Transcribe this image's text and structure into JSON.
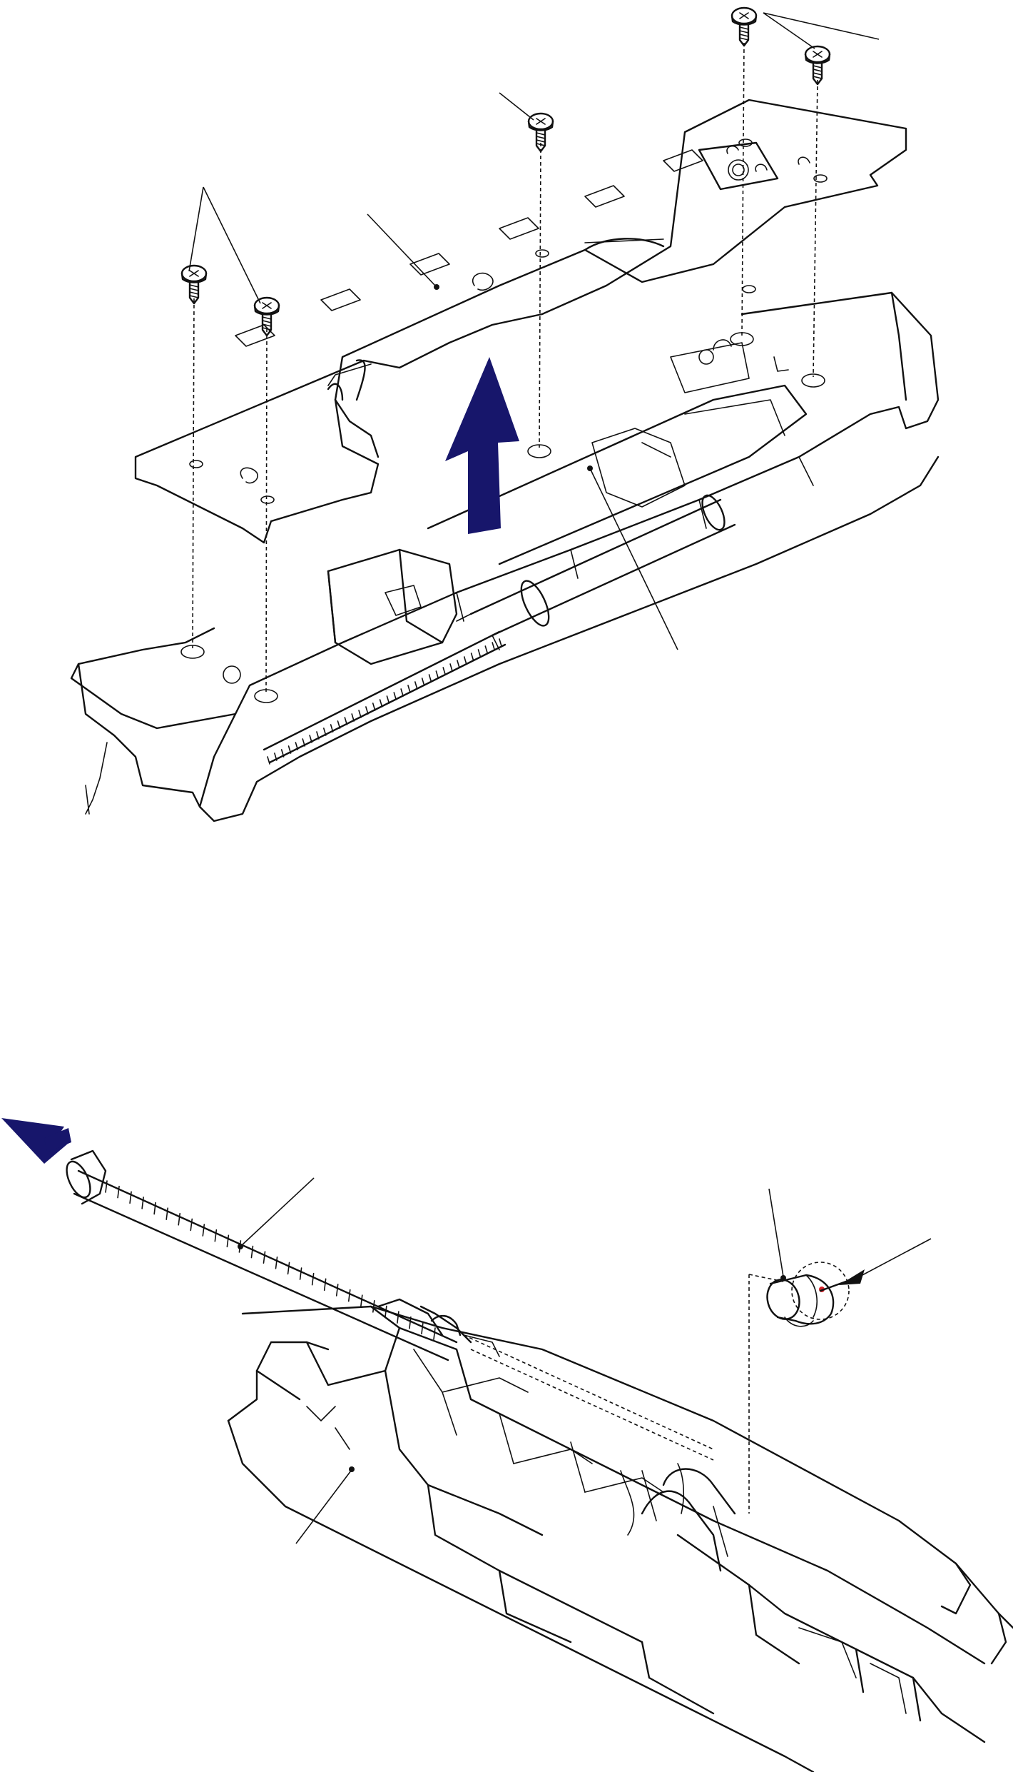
{
  "colors": {
    "line": "#111111",
    "arrow": "#17166b",
    "background": "#ffffff",
    "marker": "#d6232a"
  },
  "figures": [
    {
      "id": "top-assembly",
      "arrow_direction": "up",
      "parts": [
        "plate",
        "frame",
        "roller"
      ],
      "screw_count": 5,
      "leader_lines": 6
    },
    {
      "id": "bottom-assembly",
      "arrow_direction": "up-left",
      "parts": [
        "shaft",
        "frame",
        "bushing"
      ],
      "leader_lines": 4
    }
  ]
}
